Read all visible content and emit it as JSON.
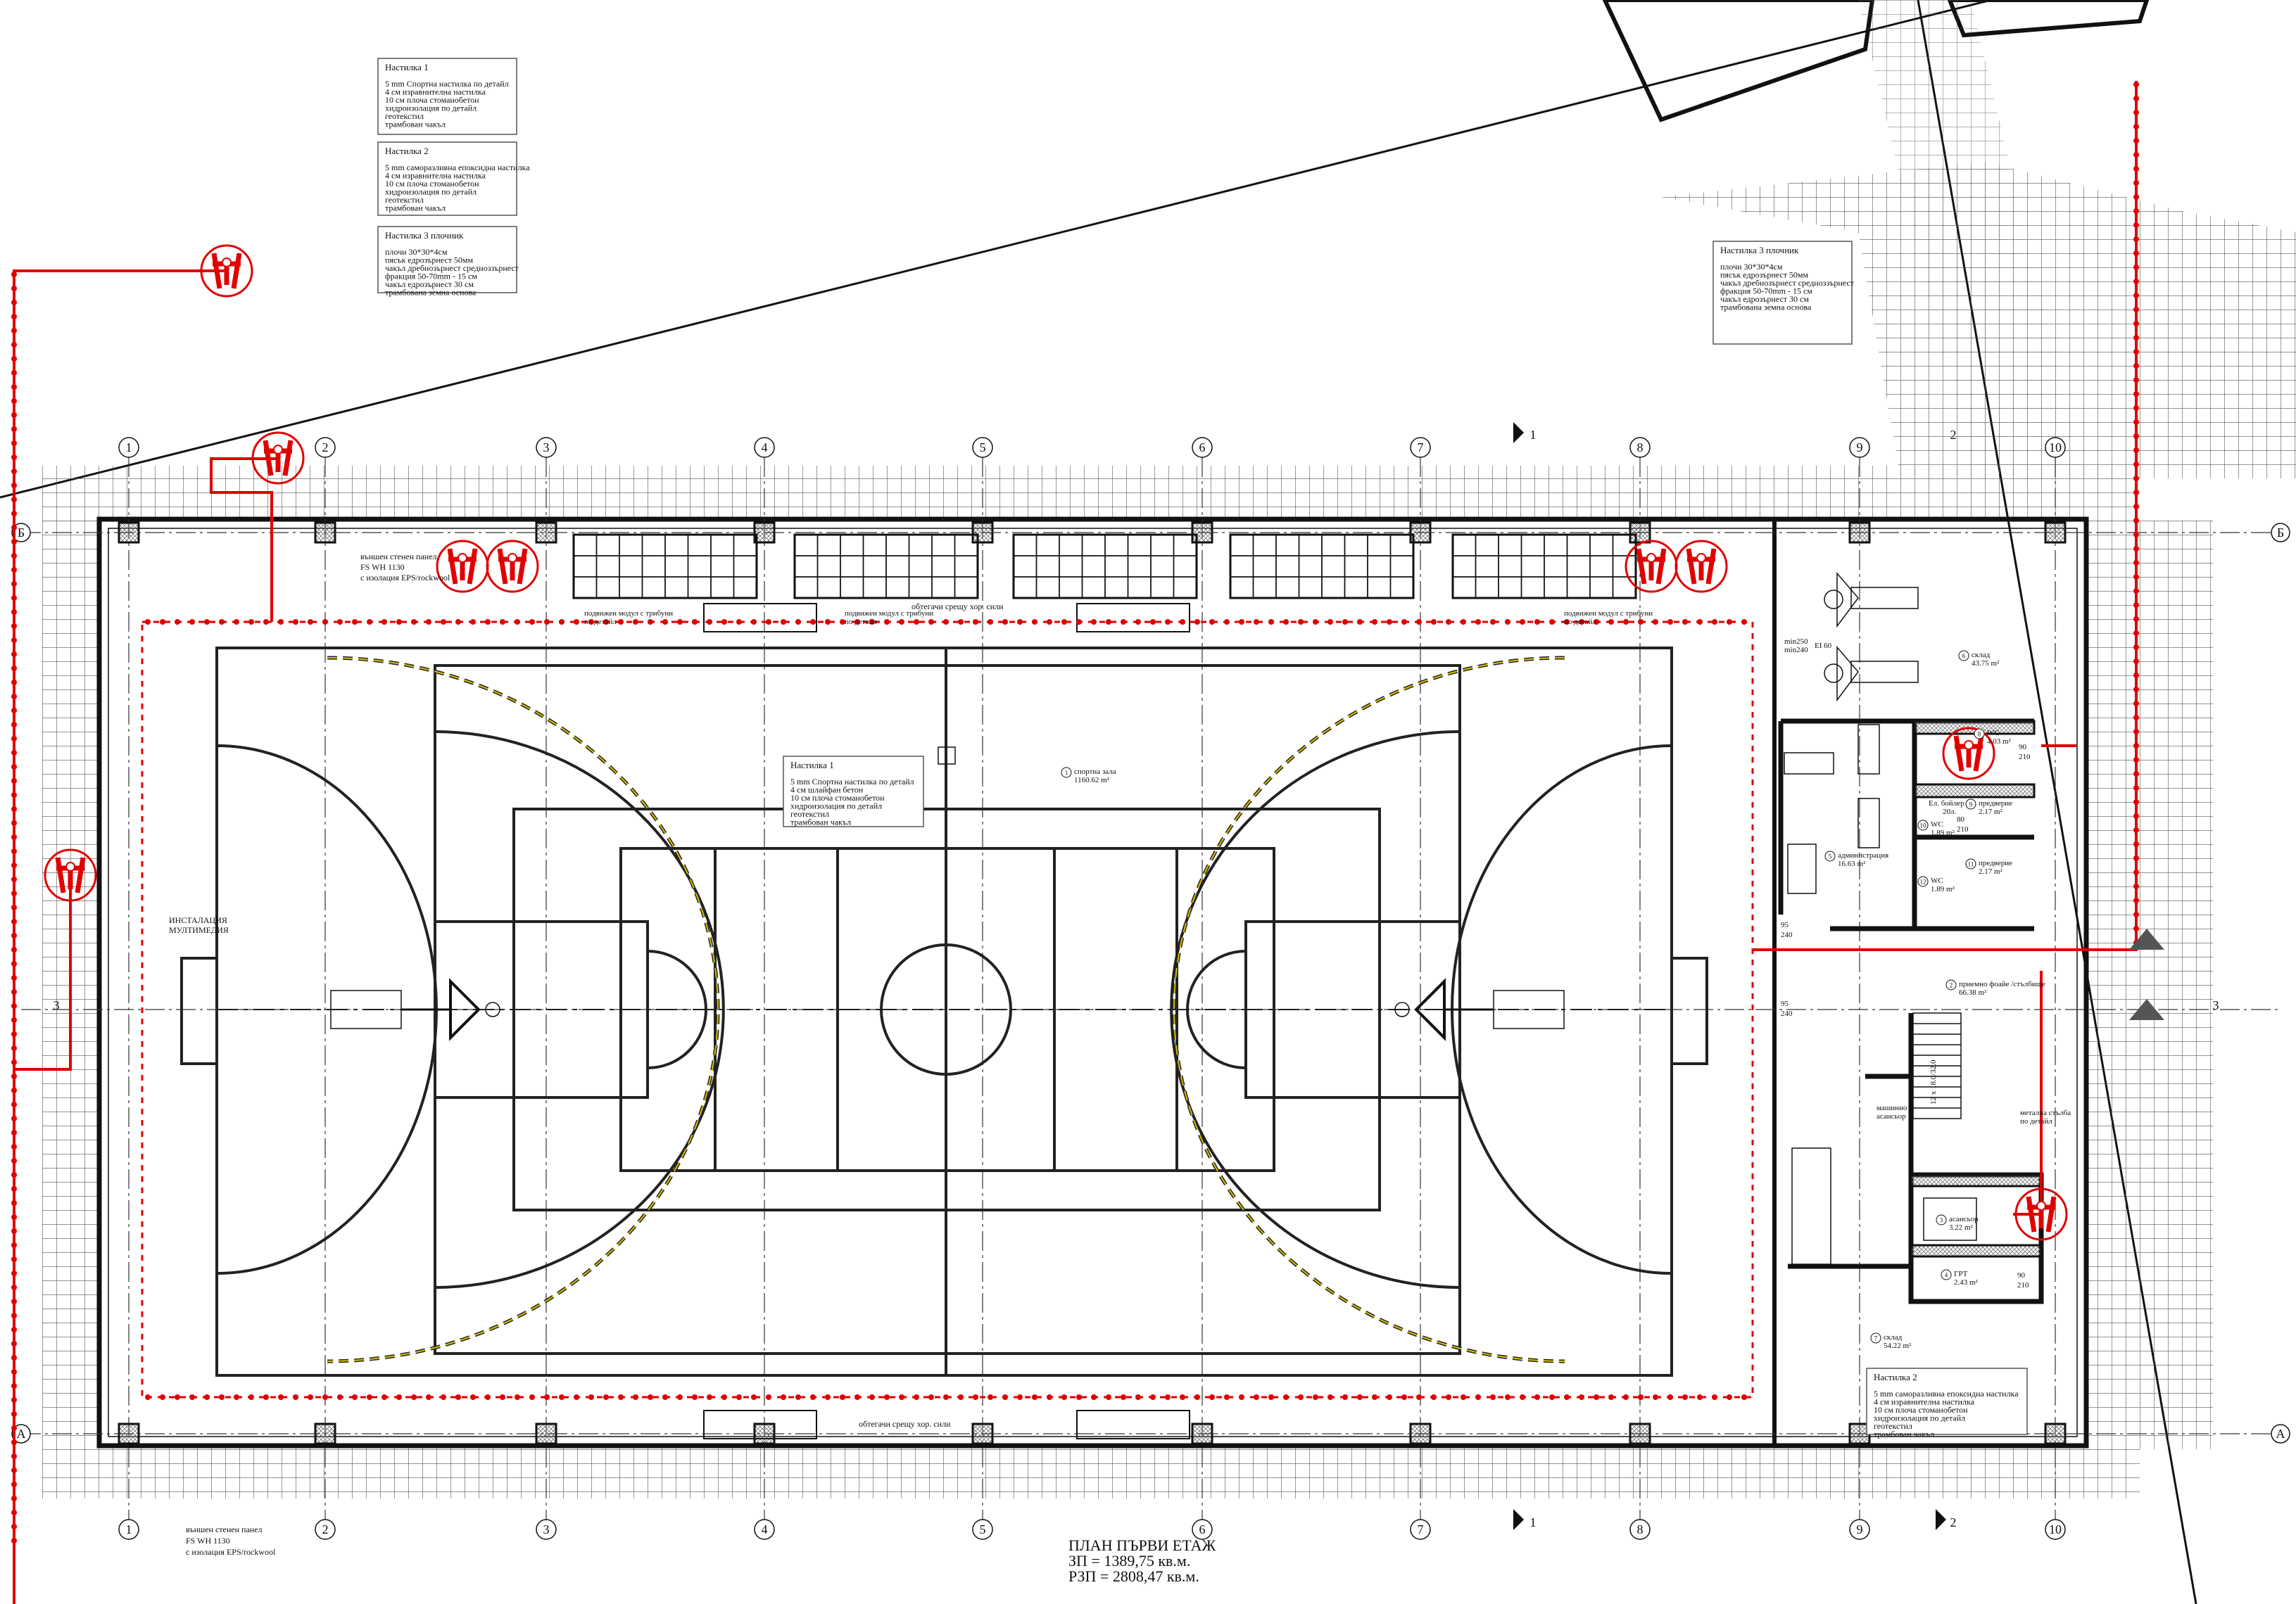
{
  "drawing": {
    "title": "ПЛАН ПЪРВИ ЕТАЖ",
    "zp": "ЗП = 1389,75 кв.м.",
    "rzp": "РЗП = 2808,47 кв.м."
  },
  "notes": [
    {
      "title": "Настилка 1",
      "lines": [
        "5 mm Спортна настилка по детайл",
        "4 см изравнителна настилка",
        "10 см плоча стоманобетон",
        "хидроизолация по детайл",
        "геотекстил",
        "трамбован чакъл"
      ]
    },
    {
      "title": "Настилка 2",
      "lines": [
        "5 mm саморазливна епоксидна настилка",
        "4 см изравнителна настилка",
        "10 см плоча стоманобетон",
        "хидроизолация по детайл",
        "геотекстил",
        "трамбован чакъл"
      ]
    },
    {
      "title": "Настилка 3 плочник",
      "lines": [
        "плочи 30*30*4см",
        "пясък едрозърнест 50мм",
        "чакъл дребнозърнест средноззърнест",
        "фракция 50-70mm - 15 см",
        "чакъл едрозърнест 30 см",
        "трамбована земна основа"
      ]
    },
    {
      "title": "Настилка 1",
      "lines": [
        "5 mm Спортна настилка по детайл",
        "4 см шлайфан бетон",
        "10 см плоча стоманобетон",
        "хидроизолация по детайл",
        "геотекстил",
        "трамбован чакъл"
      ]
    },
    {
      "title": "Настилка 3 плочник",
      "lines": [
        "плочи 30*30*4см",
        "пясък едрозърнест 50мм",
        "чакъл дребнозърнест средноззърнест",
        "фракция 50-70mm - 15 см",
        "чакъл едрозърнест 30 см",
        "трамбована земна основа"
      ]
    },
    {
      "title": "Настилка 2",
      "lines": [
        "5 mm саморазливна епоксидна настилка",
        "4 см изравнителна настилка",
        "10 см плоча стоманобетон",
        "хидроизолация по детайл",
        "геотекстил",
        "трамбован чакъл"
      ]
    }
  ],
  "axes": {
    "columns": [
      "1",
      "2",
      "3",
      "4",
      "5",
      "6",
      "7",
      "8",
      "9",
      "10"
    ],
    "rows": [
      "Б",
      "А",
      "3"
    ],
    "sections": [
      "1",
      "2",
      "3"
    ]
  },
  "rooms": [
    {
      "no": "1",
      "name": "спортна зала",
      "area": "1160.62 m²"
    },
    {
      "no": "2",
      "name": "приемно фоайе /стълбище",
      "area": "66.38 m²"
    },
    {
      "no": "3",
      "name": "асансьор",
      "area": "3.22 m²"
    },
    {
      "no": "4",
      "name": "ГРТ",
      "area": "2.43 m²"
    },
    {
      "no": "5",
      "name": "администрация",
      "area": "16.63 m²"
    },
    {
      "no": "6",
      "name": "склад",
      "area": "43.75 m²"
    },
    {
      "no": "7",
      "name": "склад",
      "area": "54.22 m²"
    },
    {
      "no": "8",
      "name": "WC",
      "area": "4.03 m²"
    },
    {
      "no": "9",
      "name": "предверие",
      "area": "2.17 m²"
    },
    {
      "no": "10",
      "name": "WC",
      "area": "1.89 m²"
    },
    {
      "no": "11",
      "name": "предверие",
      "area": "2.17 m²"
    },
    {
      "no": "12",
      "name": "WC",
      "area": "1.89 m²"
    }
  ],
  "annotations": {
    "multimedia": [
      "ИНСТАЛАЦИЯ",
      "МУЛТИМЕДИЯ"
    ],
    "panel": [
      "външен стенен панел",
      "FS WH 1130",
      "с изолация EPS/rockwool"
    ],
    "tension": "обтегачи срещу хор. сили",
    "tribune": [
      "подвижен модул с трибуни",
      "по детайл"
    ],
    "lift": [
      "машинно",
      "асансьор"
    ],
    "metal_stair": [
      "метална стълба",
      "по детайл"
    ],
    "boiler": [
      "Ел. бойлер",
      "20л."
    ],
    "stair_spec": "12 x 18.0/32.0",
    "door_ei": [
      "min250",
      "min240",
      "EI 60"
    ],
    "doors": {
      "d95": [
        "95",
        "240"
      ],
      "d90": [
        "90",
        "210"
      ],
      "d80": [
        "80",
        "210"
      ]
    }
  },
  "colors": {
    "evacuation": "#e00000",
    "lines": "#111111"
  },
  "icons": [
    "evacuation-sign-icon",
    "north-arrow-icon",
    "section-marker-icon"
  ]
}
